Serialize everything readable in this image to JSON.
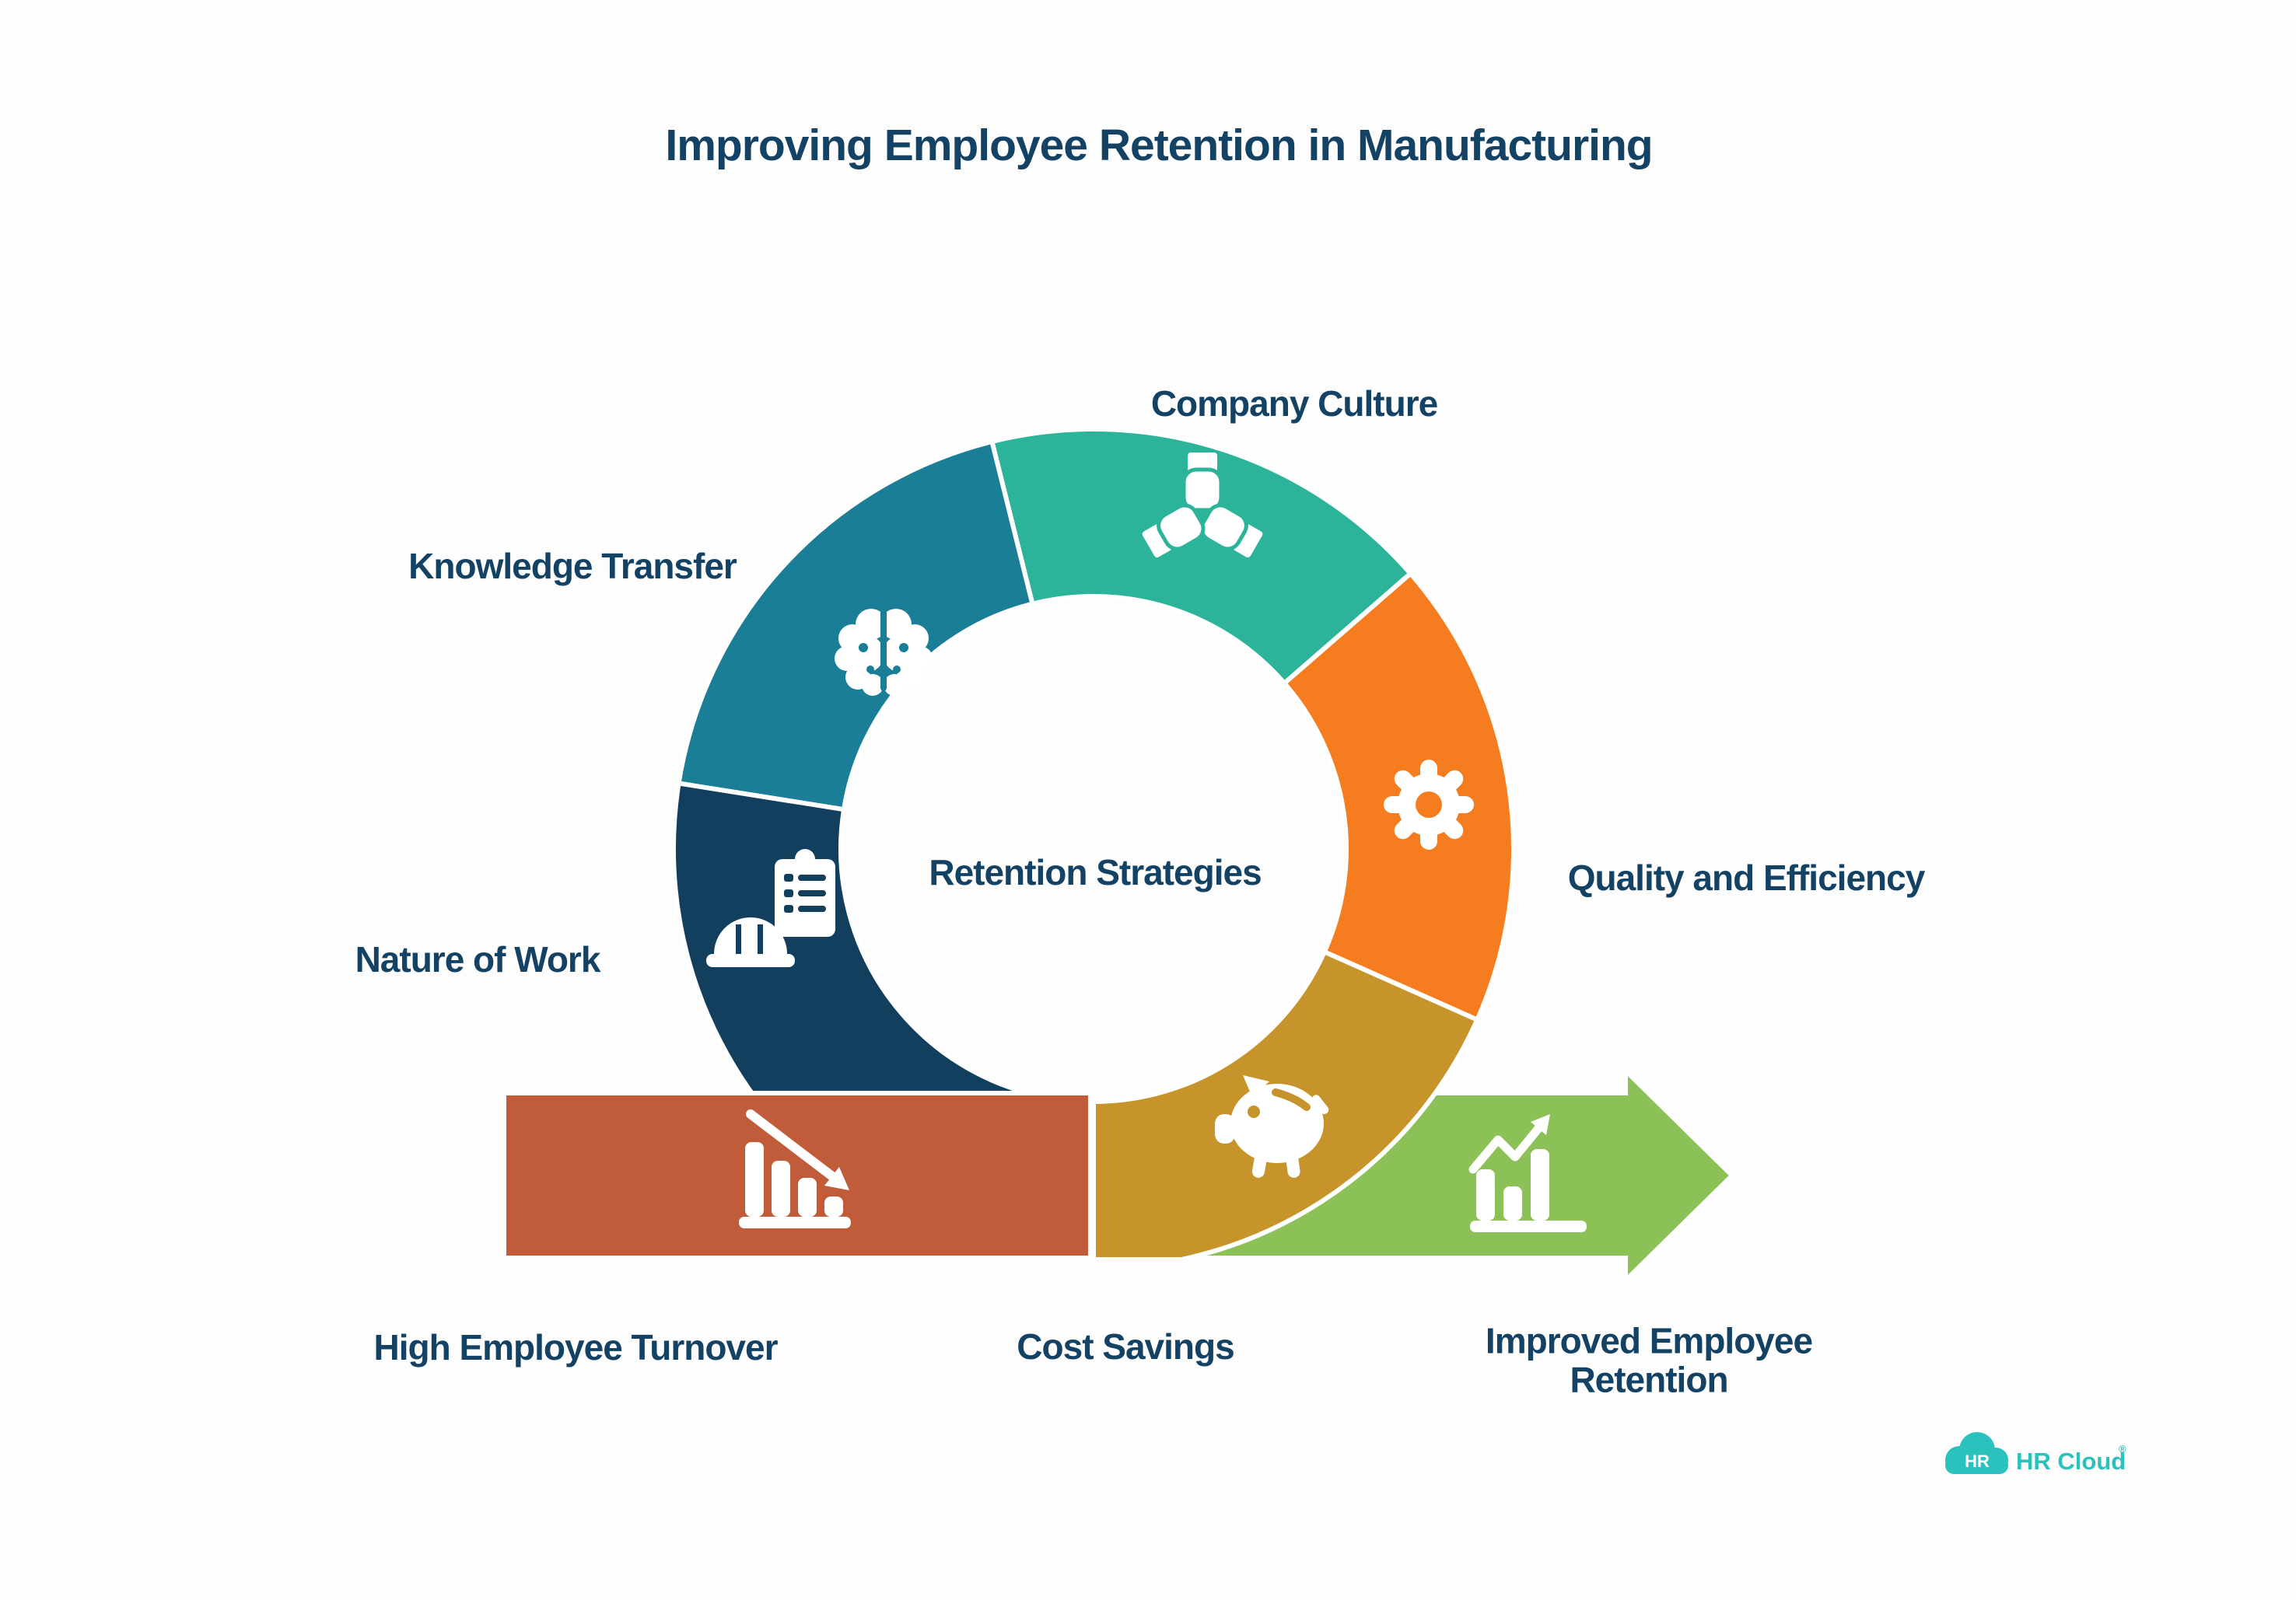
{
  "title": "Improving Employee Retention in Manufacturing",
  "center_label": "Retention Strategies",
  "text_color": "#134264",
  "ring": {
    "segments": [
      {
        "id": "company-culture",
        "label": "Company Culture",
        "color": "#2BB49A",
        "start": 41,
        "end": 104,
        "icon": "hands-together-icon"
      },
      {
        "id": "knowledge-transfer",
        "label": "Knowledge Transfer",
        "color": "#1A7E96",
        "start": 104,
        "end": 171,
        "icon": "brain-icon"
      },
      {
        "id": "nature-of-work",
        "label": "Nature of Work",
        "color": "#133F5F",
        "start": 171,
        "end": 270,
        "icon": "hardhat-clipboard-icon"
      },
      {
        "id": "cost-savings",
        "label": "Cost Savings",
        "color": "#C7932B",
        "start": 270,
        "end": 336,
        "icon": "piggy-bank-icon"
      },
      {
        "id": "quality-efficiency",
        "label": "Quality and Efficiency",
        "color": "#F57D20",
        "start": 336,
        "end": 401,
        "icon": "gear-icon"
      }
    ]
  },
  "bands": {
    "turnover": {
      "label": "High Employee Turnover",
      "color": "#C15C3A",
      "icon": "declining-bar-chart-icon"
    },
    "improved": {
      "label": "Improved Employee Retention",
      "color": "#8CC158",
      "icon": "rising-bar-chart-icon"
    }
  },
  "branding": {
    "logo_badge": "HR",
    "logo_text": "HR Cloud",
    "registered_mark": "®",
    "brand_color": "#2BC2BE"
  }
}
